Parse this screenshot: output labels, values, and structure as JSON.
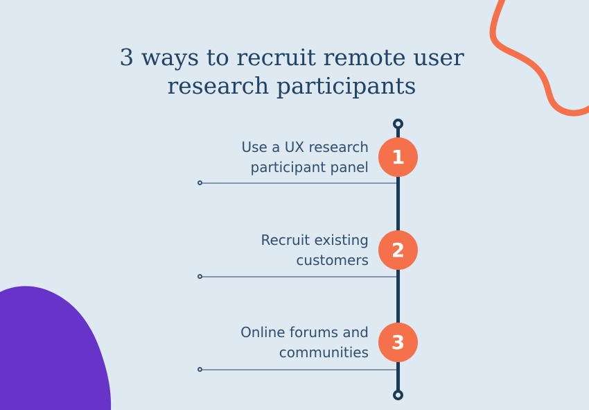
{
  "title": {
    "lines": [
      "3 ways to recruit remote user",
      "research participants"
    ],
    "color": "#214366"
  },
  "timeline": {
    "spine_color": "#1b3a54",
    "connector_color": "#8496ac",
    "badge_color": "#f4714c",
    "badge_text_color": "#ffffff",
    "label_color": "#2e4e6d",
    "items": [
      {
        "number": "1",
        "label_lines": [
          "Use a UX research",
          "participant panel"
        ]
      },
      {
        "number": "2",
        "label_lines": [
          "Recruit existing",
          "customers"
        ]
      },
      {
        "number": "3",
        "label_lines": [
          "Online forums and",
          "communities"
        ]
      }
    ]
  },
  "decorations": {
    "background_color": "#dfe9f2",
    "blob_color": "#6733c9",
    "squiggle_color": "#f4714c"
  }
}
